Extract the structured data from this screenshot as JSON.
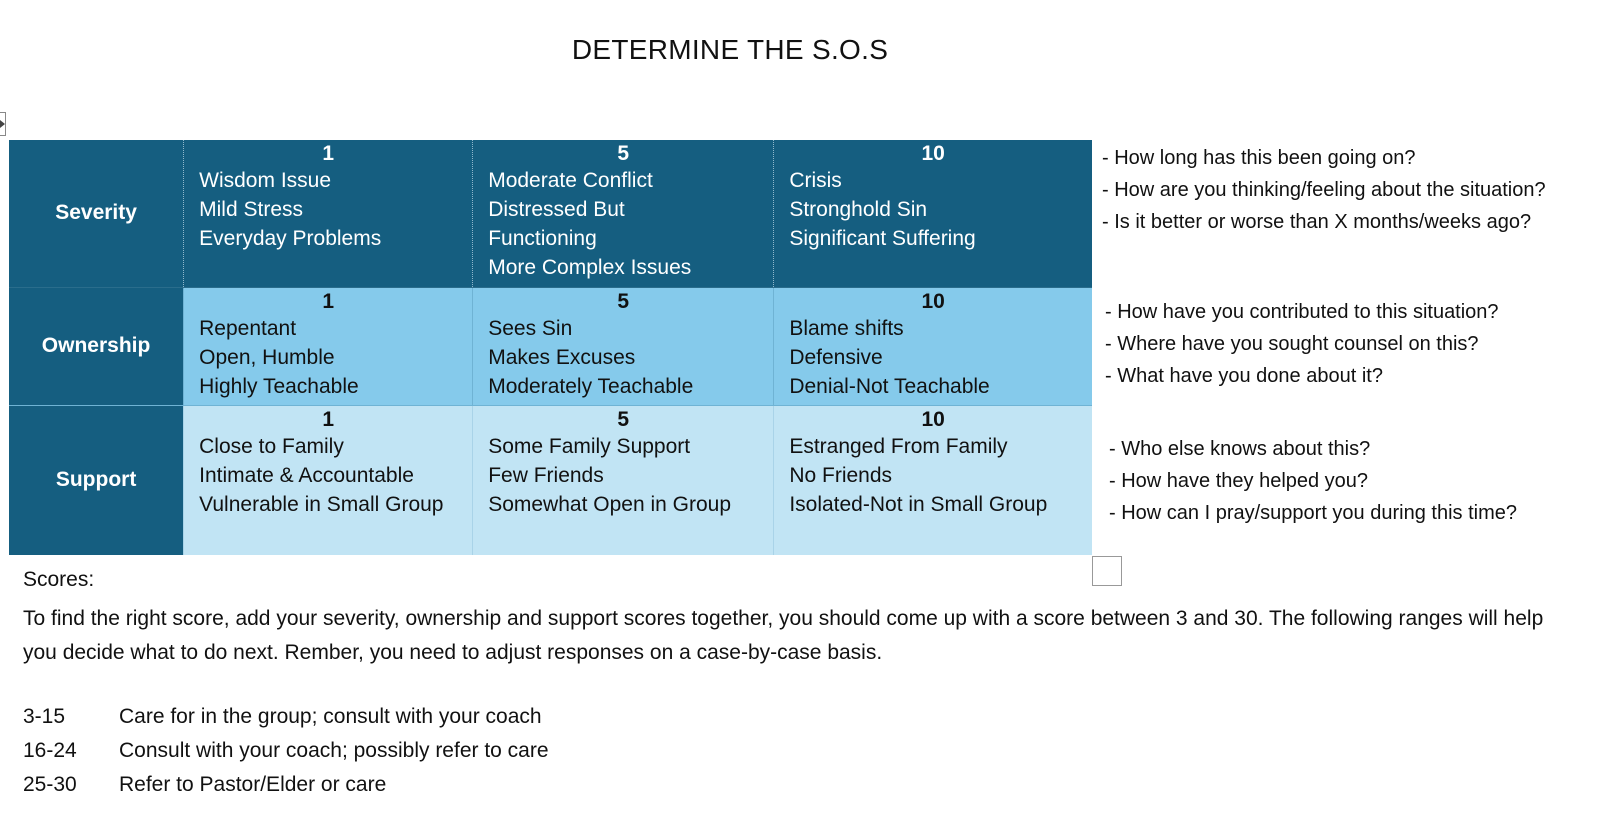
{
  "title": "DETERMINE THE S.O.S",
  "table": {
    "rows": [
      {
        "label": "Severity",
        "cells": [
          {
            "score": "1",
            "lines": [
              "Wisdom Issue",
              "Mild Stress",
              "Everyday Problems"
            ]
          },
          {
            "score": "5",
            "lines": [
              "Moderate Conflict",
              "Distressed But",
              "Functioning",
              "More Complex Issues"
            ]
          },
          {
            "score": "10",
            "lines": [
              "Crisis",
              "Stronghold Sin",
              "Significant Suffering"
            ]
          }
        ]
      },
      {
        "label": "Ownership",
        "cells": [
          {
            "score": "1",
            "lines": [
              "Repentant",
              "Open, Humble",
              "Highly Teachable"
            ]
          },
          {
            "score": "5",
            "lines": [
              "Sees Sin",
              "Makes Excuses",
              "Moderately Teachable"
            ]
          },
          {
            "score": "10",
            "lines": [
              "Blame shifts",
              "Defensive",
              "Denial-Not Teachable"
            ]
          }
        ]
      },
      {
        "label": "Support",
        "cells": [
          {
            "score": "1",
            "lines": [
              "Close to Family",
              "Intimate & Accountable",
              "Vulnerable in Small Group"
            ]
          },
          {
            "score": "5",
            "lines": [
              "Some Family Support",
              "Few Friends",
              "Somewhat Open in Group"
            ]
          },
          {
            "score": "10",
            "lines": [
              "Estranged From Family",
              "No Friends",
              "Isolated-Not in Small Group"
            ]
          }
        ]
      }
    ]
  },
  "questions": {
    "severity": [
      "- How long has this been going on?",
      "- How are you thinking/feeling about the situation?",
      "- Is it better or worse than X months/weeks ago?"
    ],
    "ownership": [
      "- How have you contributed to this situation?",
      "- Where have you sought counsel on this?",
      "- What have you done about it?"
    ],
    "support": [
      "- Who else knows about this?",
      "- How have they helped you?",
      "- How can I pray/support you during this time?"
    ]
  },
  "scores_label": "Scores:",
  "paragraph": "To find the right score, add your severity, ownership and support scores together, you should come up with a score between 3 and 30. The following ranges will help you decide what to do next. Rember, you need to adjust responses on a case-by-case basis.",
  "ranges": [
    {
      "range": "3-15",
      "action": "Care for in the group; consult with your coach"
    },
    {
      "range": "16-24",
      "action": "Consult with your coach; possibly refer to care"
    },
    {
      "range": "25-30",
      "action": "Refer to Pastor/Elder or care"
    }
  ]
}
